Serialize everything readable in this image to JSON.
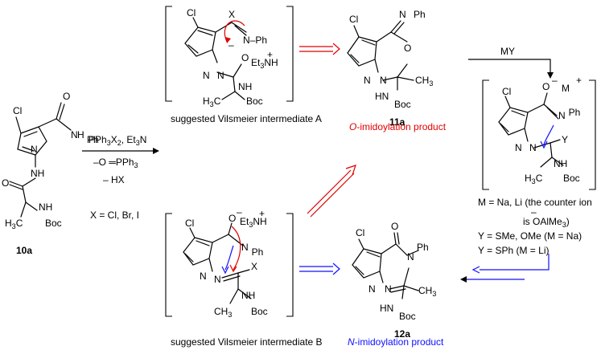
{
  "atoms": {
    "cl": "Cl",
    "n": "N",
    "o": "O",
    "x": "X",
    "y": "Y",
    "h": "H",
    "ph": "Ph",
    "nph": "N–Ph",
    "nh": "NH",
    "boc": "Boc",
    "h3c": "H3C",
    "ch3": "CH3",
    "et3nh": "Et3NH",
    "m": "M",
    "plus": "+",
    "minus": "–"
  },
  "compounds": {
    "c10a": "10a",
    "c11a": "11a",
    "c12a": "12a"
  },
  "reagents": {
    "step1": "PPh3X2, Et3N",
    "step1_byproduct": "–O = PPh3",
    "step1_hx": "– HX",
    "x_def": "X = Cl, Br, I",
    "my": "MY"
  },
  "labels": {
    "intA": "suggested Vilsmeier intermediate A",
    "intB": "suggested Vilsmeier intermediate B",
    "oprod_italic": "O",
    "oprod_rest": "-imidoylation product",
    "nprod_italic": "N",
    "nprod_rest": "-imidoylation product"
  },
  "conditions": {
    "m_line": "M = Na, Li (the counter ion",
    "m_line2": "is OAlMe3)",
    "y_line1": "Y = SMe, OMe (M = Na)",
    "y_line2": "Y = SPh (M = Li)"
  },
  "colors": {
    "red": "#e00000",
    "blue": "#1010ff",
    "black": "#000000"
  }
}
